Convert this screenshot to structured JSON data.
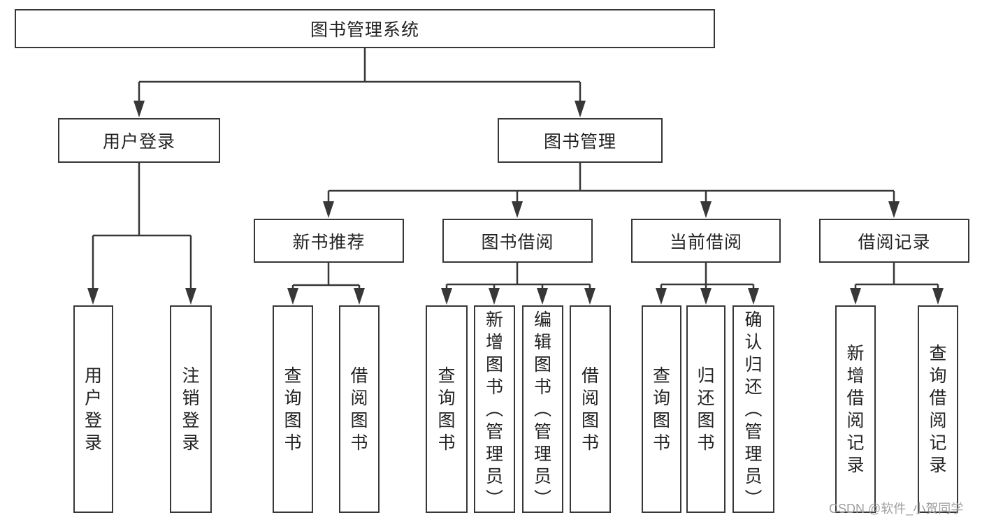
{
  "page": {
    "background": "#ffffff"
  },
  "colors": {
    "line": "#373737",
    "border": "#373737",
    "text": "#222222",
    "watermark_color": "#9f9f9f"
  },
  "watermark": {
    "text": "CSDN @软件_小贺同学"
  },
  "diagram": {
    "type": "functional-structure-tree",
    "root": {
      "label": "图书管理系统"
    },
    "branches": [
      {
        "label": "用户登录",
        "children": [
          {
            "label": "用户登录"
          },
          {
            "label": "注销登录"
          }
        ]
      },
      {
        "label": "图书管理",
        "children": [
          {
            "label": "新书推荐",
            "children": [
              {
                "label": "查询图书"
              },
              {
                "label": "借阅图书"
              }
            ]
          },
          {
            "label": "图书借阅",
            "children": [
              {
                "label": "查询图书"
              },
              {
                "label": "新增图书（管理员）"
              },
              {
                "label": "编辑图书（管理员）"
              },
              {
                "label": "借阅图书"
              }
            ]
          },
          {
            "label": "当前借阅",
            "children": [
              {
                "label": "查询图书"
              },
              {
                "label": "归还图书"
              },
              {
                "label": "确认归还（管理员）"
              }
            ]
          },
          {
            "label": "借阅记录",
            "children": [
              {
                "label": "新增借阅记录"
              },
              {
                "label": "查询借阅记录"
              }
            ]
          }
        ]
      }
    ]
  }
}
